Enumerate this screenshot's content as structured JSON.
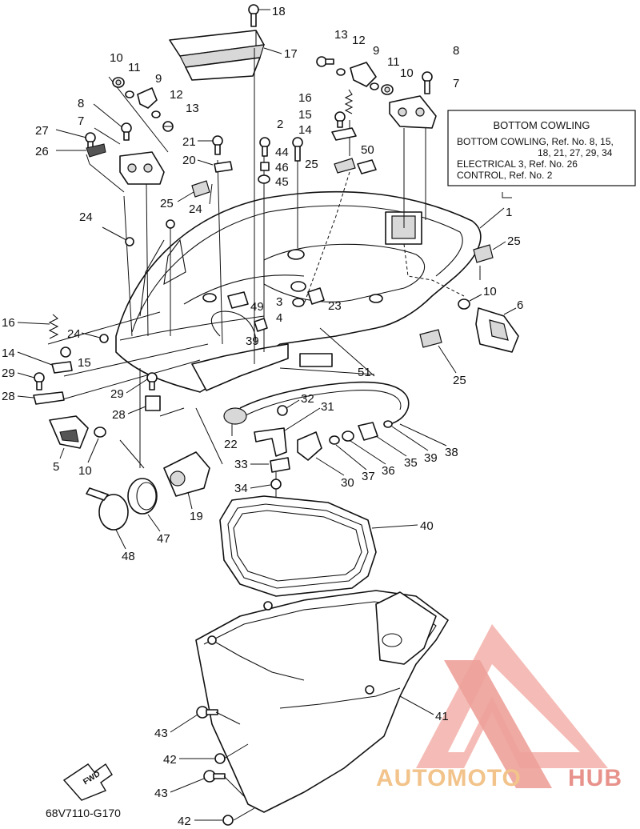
{
  "legend": {
    "title": "BOTTOM COWLING",
    "lines": [
      "BOTTOM COWLING,  Ref. No. 8, 15,",
      "18, 21, 27, 29, 34",
      "ELECTRICAL 3, Ref. No. 26",
      "CONTROL, Ref. No. 2"
    ]
  },
  "diagram_code": "68V7110-G170",
  "fwd_label": "FWD",
  "watermark": {
    "text_a": "AUTOMOTO",
    "text_b": "HUB",
    "color_a": "#f2c38a",
    "color_b": "#e8928c"
  },
  "callouts": [
    {
      "id": "c18",
      "text": "18"
    },
    {
      "id": "c17",
      "text": "17"
    },
    {
      "id": "c13a",
      "text": "13"
    },
    {
      "id": "c12a",
      "text": "12"
    },
    {
      "id": "c9a",
      "text": "9"
    },
    {
      "id": "c8a",
      "text": "8"
    },
    {
      "id": "c11a",
      "text": "11"
    },
    {
      "id": "c10a",
      "text": "10"
    },
    {
      "id": "c7a",
      "text": "7"
    },
    {
      "id": "c16a",
      "text": "16"
    },
    {
      "id": "c15a",
      "text": "15"
    },
    {
      "id": "c14a",
      "text": "14"
    },
    {
      "id": "c2",
      "text": "2"
    },
    {
      "id": "c44",
      "text": "44"
    },
    {
      "id": "c46",
      "text": "46"
    },
    {
      "id": "c45",
      "text": "45"
    },
    {
      "id": "c50",
      "text": "50"
    },
    {
      "id": "c25a",
      "text": "25"
    },
    {
      "id": "c10b",
      "text": "10"
    },
    {
      "id": "c11b",
      "text": "11"
    },
    {
      "id": "c9b",
      "text": "9"
    },
    {
      "id": "c12b",
      "text": "12"
    },
    {
      "id": "c13b",
      "text": "13"
    },
    {
      "id": "c8b",
      "text": "8"
    },
    {
      "id": "c7b",
      "text": "7"
    },
    {
      "id": "c27",
      "text": "27"
    },
    {
      "id": "c26",
      "text": "26"
    },
    {
      "id": "c21",
      "text": "21"
    },
    {
      "id": "c20",
      "text": "20"
    },
    {
      "id": "c25b",
      "text": "25"
    },
    {
      "id": "c24a",
      "text": "24"
    },
    {
      "id": "c24b",
      "text": "24"
    },
    {
      "id": "c1",
      "text": "1"
    },
    {
      "id": "c25c",
      "text": "25"
    },
    {
      "id": "c10c",
      "text": "10"
    },
    {
      "id": "c6",
      "text": "6"
    },
    {
      "id": "c3",
      "text": "3"
    },
    {
      "id": "c23",
      "text": "23"
    },
    {
      "id": "c4",
      "text": "4"
    },
    {
      "id": "c49",
      "text": "49"
    },
    {
      "id": "c39a",
      "text": "39"
    },
    {
      "id": "c16b",
      "text": "16"
    },
    {
      "id": "c24c",
      "text": "24"
    },
    {
      "id": "c14b",
      "text": "14"
    },
    {
      "id": "c15b",
      "text": "15"
    },
    {
      "id": "c29a",
      "text": "29"
    },
    {
      "id": "c28a",
      "text": "28"
    },
    {
      "id": "c29b",
      "text": "29"
    },
    {
      "id": "c28b",
      "text": "28"
    },
    {
      "id": "c25d",
      "text": "25"
    },
    {
      "id": "c51",
      "text": "51"
    },
    {
      "id": "c32",
      "text": "32"
    },
    {
      "id": "c31",
      "text": "31"
    },
    {
      "id": "c22",
      "text": "22"
    },
    {
      "id": "c5",
      "text": "5"
    },
    {
      "id": "c10d",
      "text": "10"
    },
    {
      "id": "c33",
      "text": "33"
    },
    {
      "id": "c34",
      "text": "34"
    },
    {
      "id": "c30",
      "text": "30"
    },
    {
      "id": "c37",
      "text": "37"
    },
    {
      "id": "c36",
      "text": "36"
    },
    {
      "id": "c35",
      "text": "35"
    },
    {
      "id": "c39b",
      "text": "39"
    },
    {
      "id": "c38",
      "text": "38"
    },
    {
      "id": "c19",
      "text": "19"
    },
    {
      "id": "c47",
      "text": "47"
    },
    {
      "id": "c48",
      "text": "48"
    },
    {
      "id": "c40",
      "text": "40"
    },
    {
      "id": "c41",
      "text": "41"
    },
    {
      "id": "c43a",
      "text": "43"
    },
    {
      "id": "c42a",
      "text": "42"
    },
    {
      "id": "c43b",
      "text": "43"
    },
    {
      "id": "c42b",
      "text": "42"
    }
  ]
}
